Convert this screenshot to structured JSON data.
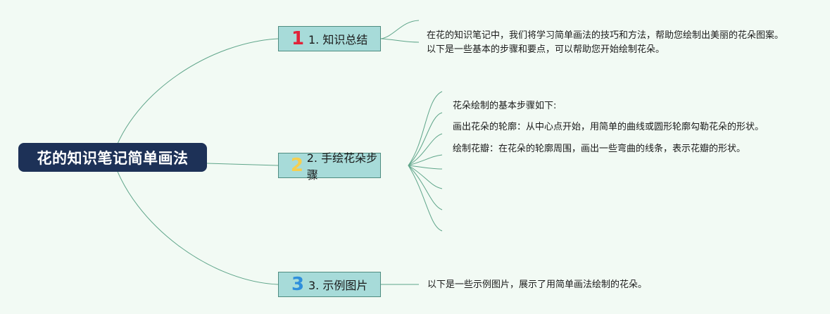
{
  "root": {
    "title": "花的知识笔记简单画法"
  },
  "branches": [
    {
      "number": "1",
      "label": "1. 知识总结",
      "number_color": "#e0233a",
      "details": [
        "在花的知识笔记中，我们将学习简单画法的技巧和方法，帮助您绘制出美丽的花朵图案。以下是一些基本的步骤和要点，可以帮助您开始绘制花朵。"
      ]
    },
    {
      "number": "2",
      "label": "2. 手绘花朵步骤",
      "number_color": "#f6cf4f",
      "details": [
        "花朵绘制的基本步骤如下:",
        "画出花朵的轮廓：从中心点开始，用简单的曲线或圆形轮廓勾勒花朵的形状。",
        "绘制花瓣：在花朵的轮廓周围，画出一些弯曲的线条，表示花瓣的形状。"
      ]
    },
    {
      "number": "3",
      "label": "3. 示例图片",
      "number_color": "#2f8fdc",
      "details": [
        "以下是一些示例图片，展示了用简单画法绘制的花朵。"
      ]
    }
  ],
  "colors": {
    "background": "#f2faf4",
    "root_fill": "#1d3157",
    "branch_fill": "#a7dbd9",
    "branch_border": "#4f8c80",
    "connector": "#5fa58a"
  }
}
